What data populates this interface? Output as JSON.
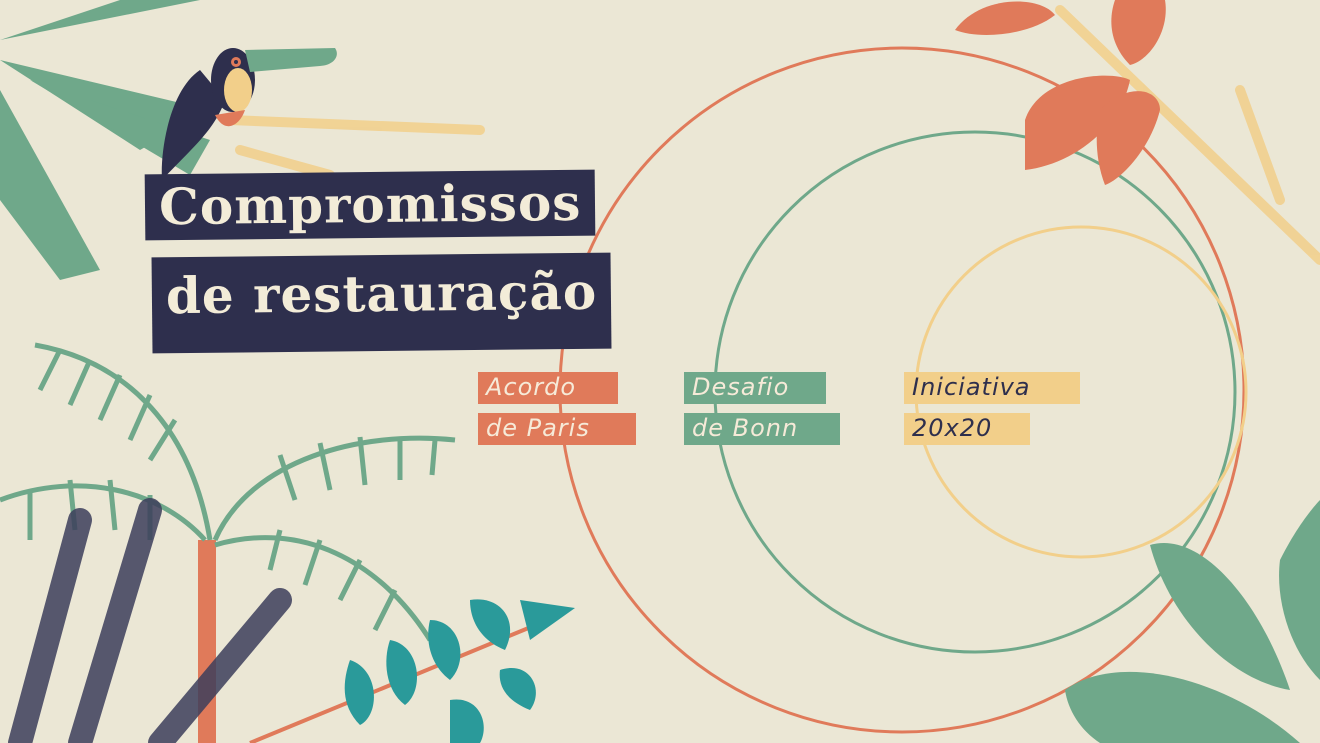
{
  "title": {
    "line1": "Compromissos",
    "line2": "de restauração"
  },
  "commitments": [
    {
      "line1": "Acordo",
      "line2": "de Paris",
      "color": "#e07a5a"
    },
    {
      "line1": "Desafio",
      "line2": "de Bonn",
      "color": "#6fa88a"
    },
    {
      "line1": "Iniciativa",
      "line2": "20x20",
      "color": "#f2cf8a"
    }
  ],
  "colors": {
    "background": "#ebe7d5",
    "navy": "#2e2f4d",
    "orange": "#e07a5a",
    "green": "#6fa88a",
    "yellow": "#f2cf8a",
    "teal": "#2a9a9a"
  }
}
